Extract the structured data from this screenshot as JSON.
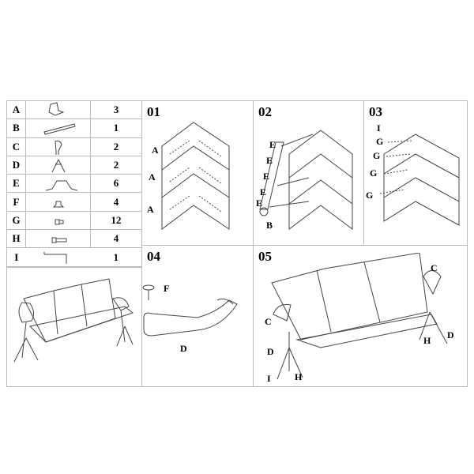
{
  "parts": [
    {
      "letter": "A",
      "icon": "seat-panel-icon",
      "qty": "3"
    },
    {
      "letter": "B",
      "icon": "beam-icon",
      "qty": "1"
    },
    {
      "letter": "C",
      "icon": "armrest-icon",
      "qty": "2"
    },
    {
      "letter": "D",
      "icon": "leg-icon",
      "qty": "2"
    },
    {
      "letter": "E",
      "icon": "bracket-icon",
      "qty": "6"
    },
    {
      "letter": "F",
      "icon": "foot-pad-icon",
      "qty": "4"
    },
    {
      "letter": "G",
      "icon": "short-bolt-icon",
      "qty": "12"
    },
    {
      "letter": "H",
      "icon": "long-bolt-icon",
      "qty": "4"
    },
    {
      "letter": "I",
      "icon": "hex-key-icon",
      "qty": "1"
    }
  ],
  "steps": {
    "s01": {
      "num": "01",
      "labels": [
        "A",
        "A",
        "A"
      ]
    },
    "s02": {
      "num": "02",
      "labels": [
        "E",
        "E",
        "E",
        "E",
        "E",
        "B"
      ]
    },
    "s03": {
      "num": "03",
      "labels": [
        "I",
        "G",
        "G",
        "G",
        "G"
      ]
    },
    "s04": {
      "num": "04",
      "labels": [
        "F",
        "D"
      ]
    },
    "s05": {
      "num": "05",
      "labels": [
        "C",
        "C",
        "D",
        "D",
        "H",
        "H",
        "I"
      ]
    }
  }
}
